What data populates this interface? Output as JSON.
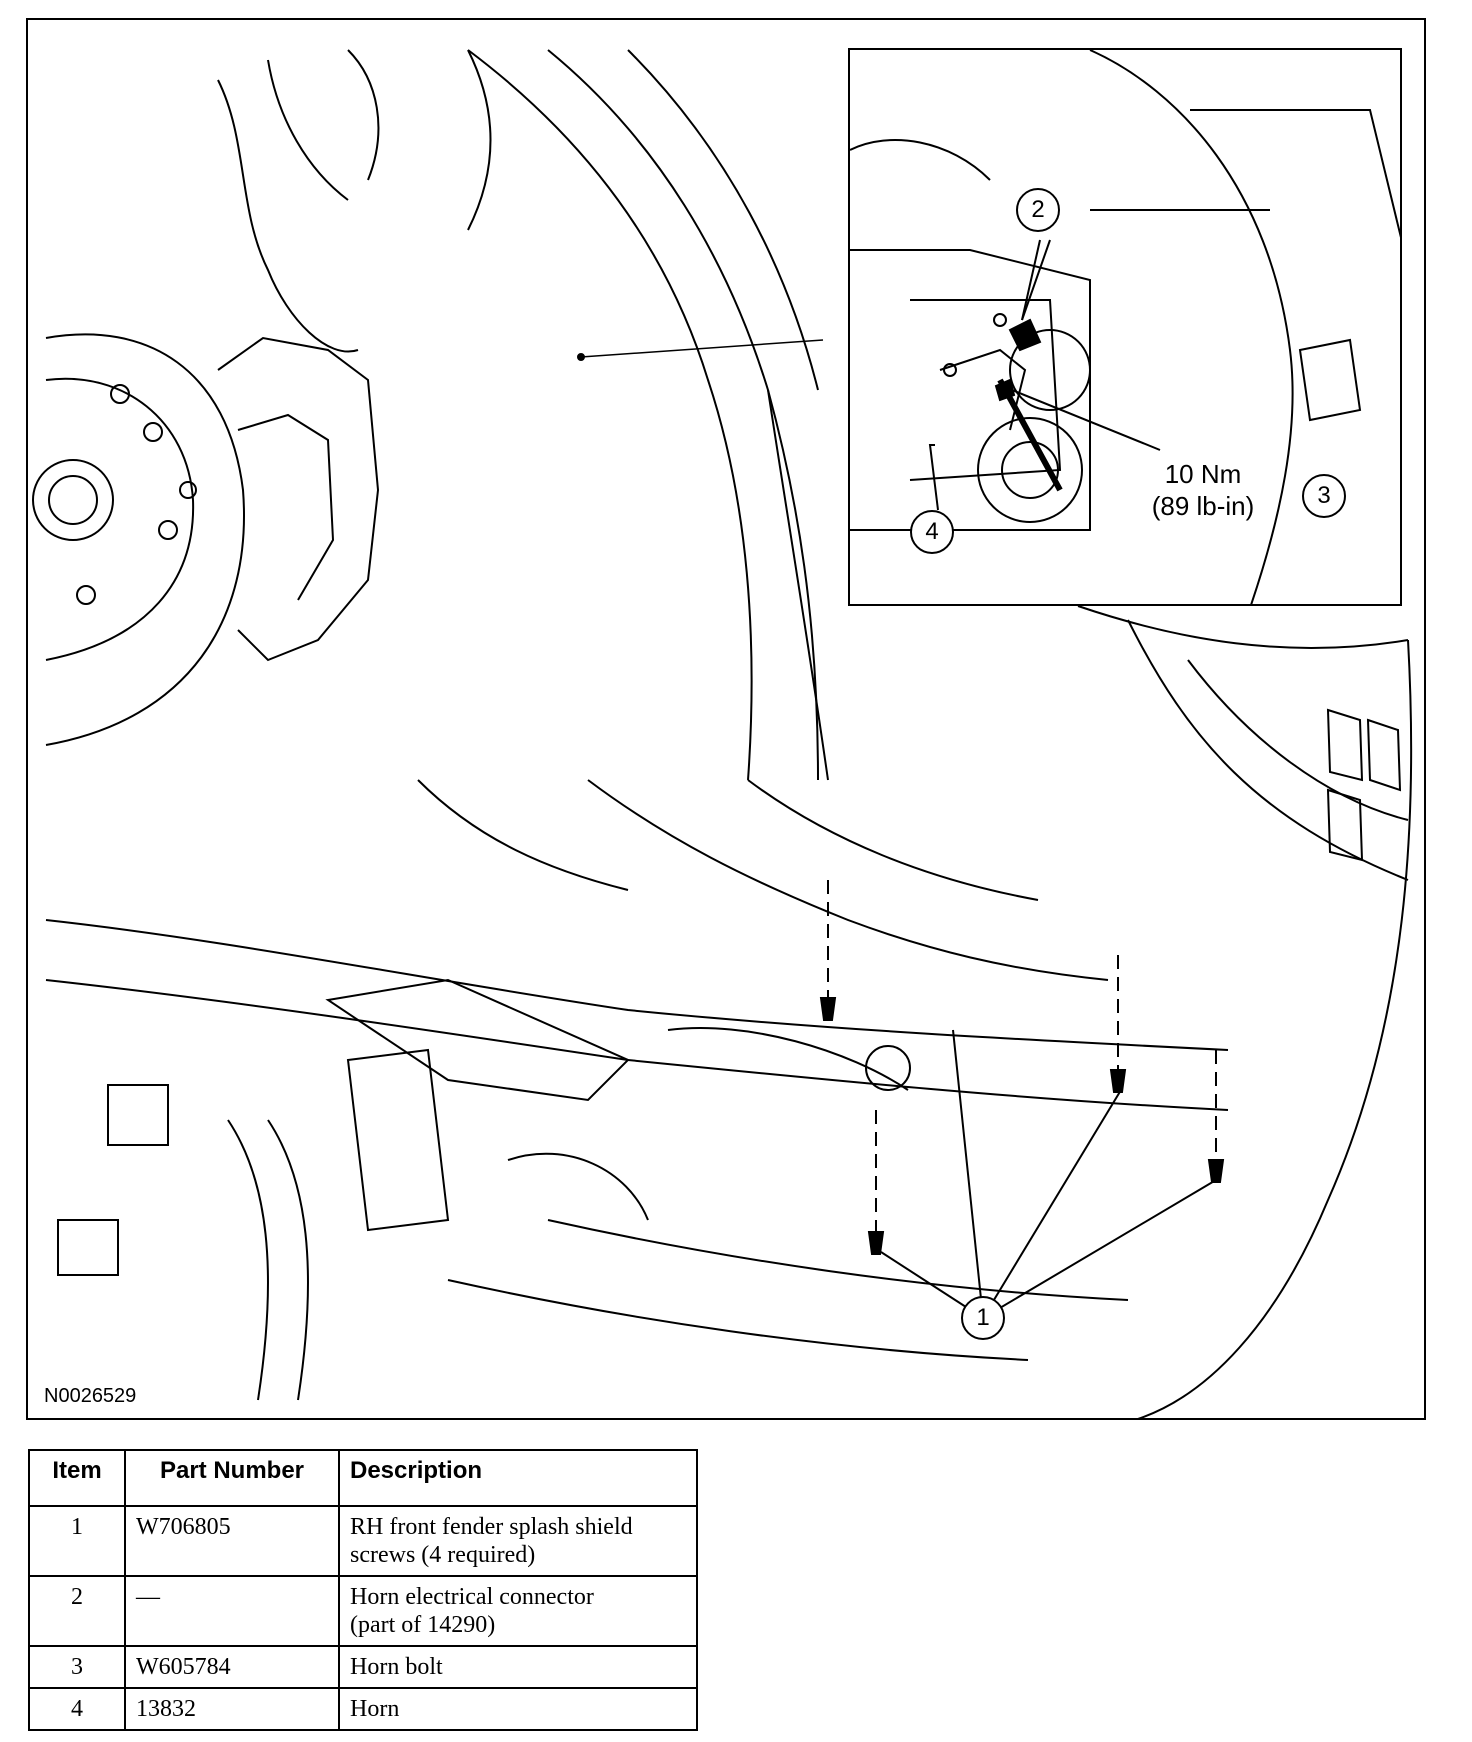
{
  "figure": {
    "id_label": "N0026529",
    "torque_value": "10 Nm",
    "torque_imperial": "(89 lb-in)",
    "callouts": [
      "1",
      "2",
      "3",
      "4"
    ]
  },
  "table": {
    "headers": [
      "Item",
      "Part Number",
      "Description"
    ],
    "rows": [
      {
        "item": "1",
        "part": "W706805",
        "desc_lines": [
          "RH front fender splash shield",
          "screws (4 required)"
        ]
      },
      {
        "item": "2",
        "part": "—",
        "desc_lines": [
          "Horn electrical connector",
          "(part of 14290)"
        ]
      },
      {
        "item": "3",
        "part": "W605784",
        "desc_lines": [
          "Horn bolt"
        ]
      },
      {
        "item": "4",
        "part": "13832",
        "desc_lines": [
          "Horn"
        ]
      }
    ]
  }
}
